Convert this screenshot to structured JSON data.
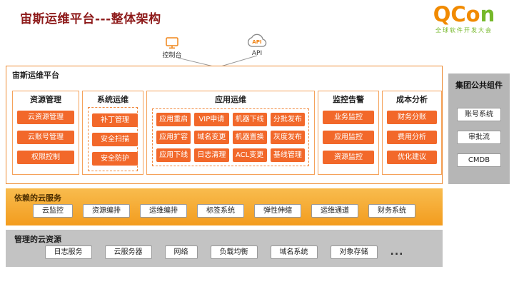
{
  "slide": {
    "title": "宙斯运维平台---整体架构",
    "logo": {
      "brand_prefix": "QCo",
      "brand_suffix": "n",
      "subtitle": "全球软件开发大会"
    }
  },
  "top_icons": {
    "console_label": "控制台",
    "api_icon_text": "API",
    "api_label": "API"
  },
  "platform": {
    "title": "宙斯运维平台",
    "columns": [
      {
        "title": "资源管理",
        "items": [
          "云资源管理",
          "云账号管理",
          "权限控制"
        ]
      },
      {
        "title": "系统运维",
        "items": [
          "补丁管理",
          "安全扫描",
          "安全防护"
        ]
      },
      {
        "title": "应用运维",
        "items": [
          "应用重启",
          "VIP申请",
          "机器下线",
          "分批发布",
          "应用扩容",
          "域名变更",
          "机器置换",
          "灰度发布",
          "应用下线",
          "日志清理",
          "ACL变更",
          "基线管理"
        ]
      },
      {
        "title": "监控告警",
        "items": [
          "业务监控",
          "应用监控",
          "资源监控"
        ]
      },
      {
        "title": "成本分析",
        "items": [
          "财务分账",
          "费用分析",
          "优化建议"
        ]
      }
    ]
  },
  "dependent_services": {
    "title": "依赖的云服务",
    "items": [
      "云监控",
      "资源编排",
      "运维编排",
      "标签系统",
      "弹性伸缩",
      "运维通道",
      "财务系统"
    ]
  },
  "managed_resources": {
    "title": "管理的云资源",
    "items": [
      "日志服务",
      "云服务器",
      "网络",
      "负载均衡",
      "域名系统",
      "对象存储"
    ],
    "more": "..."
  },
  "shared_components": {
    "title": "集团公共组件",
    "items": [
      "账号系统",
      "审批流",
      "CMDB"
    ]
  },
  "colors": {
    "title_maroon": "#8E1B1B",
    "accent_orange": "#F2682A",
    "border_orange": "#ED8B33",
    "band_orange": "#F5A623",
    "band_gray": "#C3C3C3",
    "sidebar_gray": "#B6B6B6",
    "logo_orange": "#F18A00",
    "logo_green": "#76B82A"
  }
}
